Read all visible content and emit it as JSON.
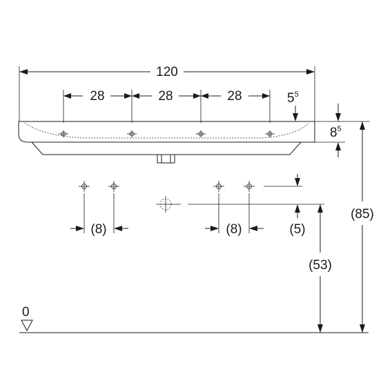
{
  "dimensions": {
    "overall_width": "120",
    "hole_spacing": [
      "28",
      "28",
      "28"
    ],
    "edge_offset_main": "5",
    "edge_offset_sup": "5",
    "rim_height_main": "8",
    "rim_height_sup": "5",
    "tap_offset_left": "(8)",
    "tap_offset_right": "(8)",
    "drain_offset": "(5)",
    "drain_height": "(53)",
    "total_height": "(85)",
    "floor_level": "0"
  },
  "colors": {
    "ink": "#1a1a1a",
    "background": "#ffffff"
  }
}
